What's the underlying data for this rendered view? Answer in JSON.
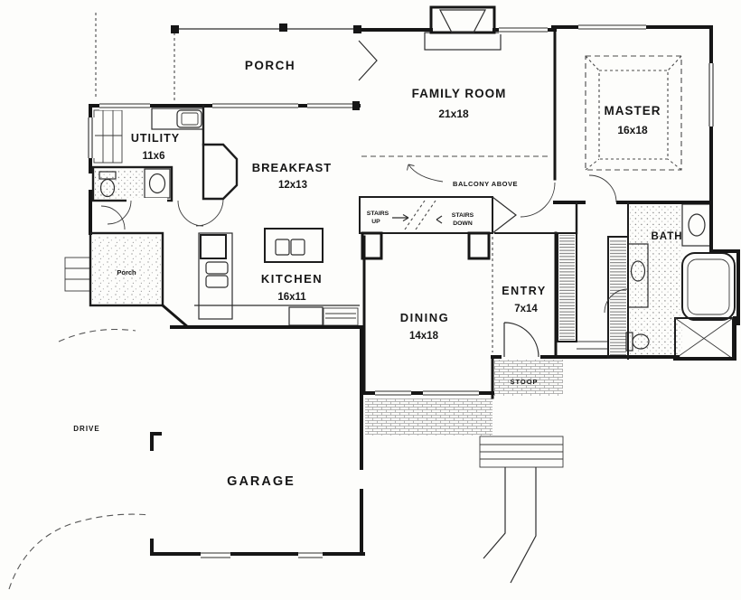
{
  "plan_title": "Single family house first floor plan",
  "colors": {
    "paper": "#fdfdfb",
    "ink": "#161616",
    "texture_gray": "#9b9b9b"
  },
  "rooms": {
    "porch": {
      "label": "PORCH",
      "dims": ""
    },
    "family_room": {
      "label": "FAMILY ROOM",
      "dims": "21x18"
    },
    "master": {
      "label": "MASTER",
      "dims": "16x18"
    },
    "utility": {
      "label": "UTILITY",
      "dims": "11x6"
    },
    "breakfast": {
      "label": "BREAKFAST",
      "dims": "12x13"
    },
    "kitchen": {
      "label": "KITCHEN",
      "dims": "16x11"
    },
    "dining": {
      "label": "DINING",
      "dims": "14x18"
    },
    "entry": {
      "label": "ENTRY",
      "dims": "7x14"
    },
    "bath": {
      "label": "BATH",
      "dims": ""
    },
    "garage": {
      "label": "GARAGE",
      "dims": ""
    }
  },
  "annotations": {
    "balcony": "BALCONY ABOVE",
    "stairs_up_line1": "STAIRS",
    "stairs_up_line2": "UP",
    "stairs_down_line1": "STAIRS",
    "stairs_down_line2": "DOWN",
    "stoop": "STOOP",
    "drive": "DRIVE",
    "side_porch": "Porch"
  }
}
